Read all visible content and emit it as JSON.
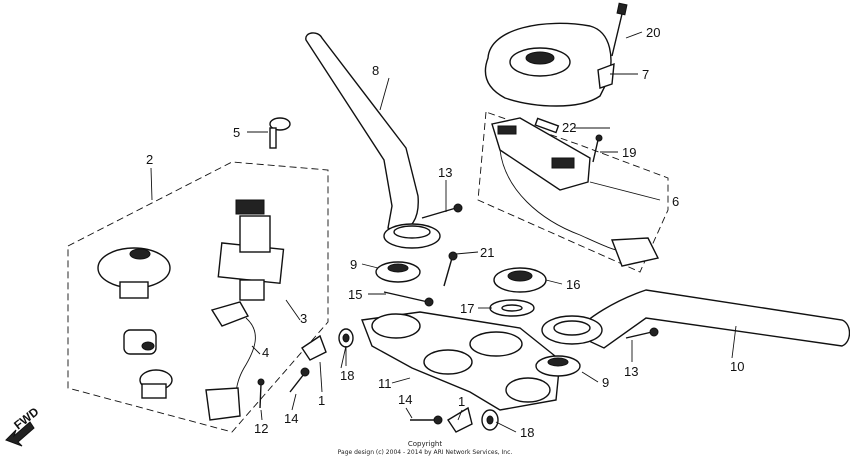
{
  "diagram": {
    "fwd_label": "FWD",
    "callouts": {
      "n1a": "1",
      "n1b": "1",
      "n2": "2",
      "n3": "3",
      "n4": "4",
      "n5": "5",
      "n6": "6",
      "n7": "7",
      "n8": "8",
      "n9a": "9",
      "n9b": "9",
      "n10": "10",
      "n11": "11",
      "n12": "12",
      "n13a": "13",
      "n13b": "13",
      "n14a": "14",
      "n14b": "14",
      "n15": "15",
      "n16": "16",
      "n17": "17",
      "n18a": "18",
      "n18b": "18",
      "n19": "19",
      "n20": "20",
      "n21": "21",
      "n22": "22"
    }
  },
  "footer": {
    "copyright_line1": "Copyright",
    "copyright_line2": "Page design (c) 2004 - 2014 by ARI Network Services, Inc."
  }
}
